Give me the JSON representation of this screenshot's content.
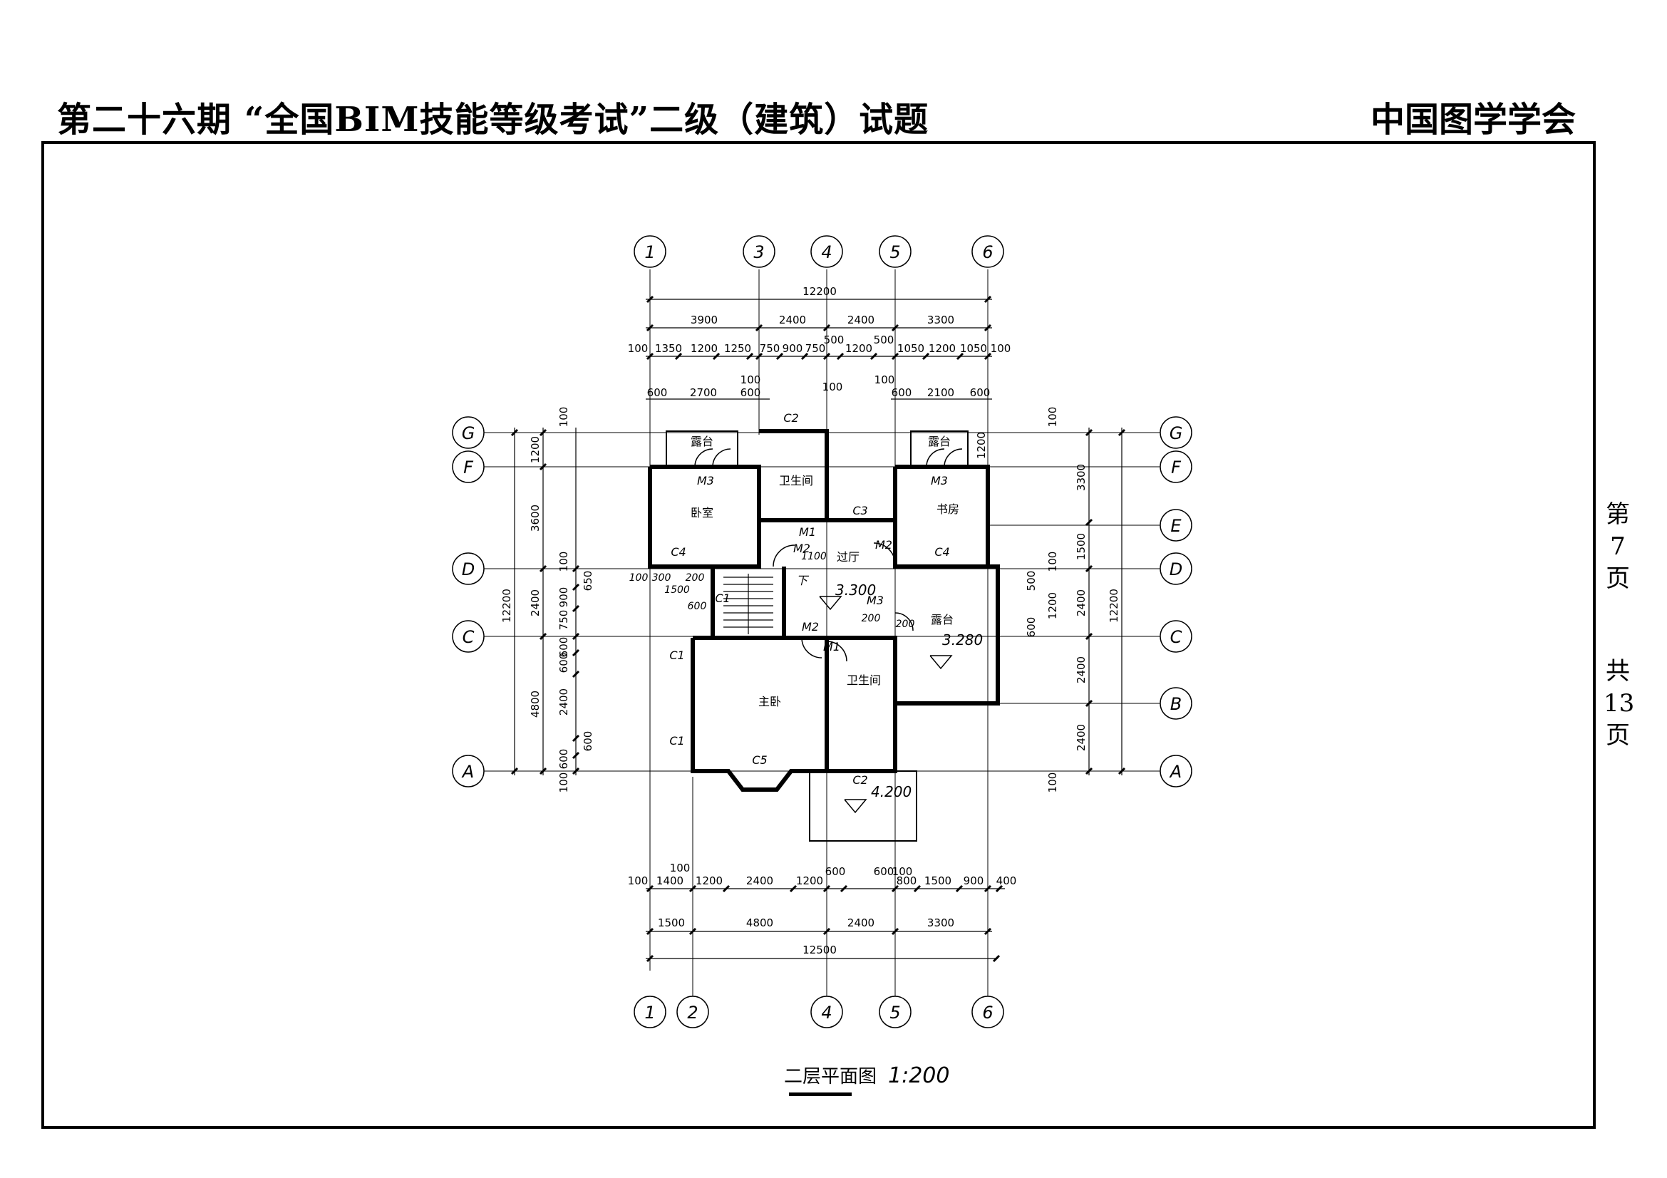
{
  "header": {
    "title": "第二十六期 “全国BIM技能等级考试”二级（建筑）试题",
    "organization": "中国图学学会"
  },
  "page_info": {
    "page_label_prefix": "第",
    "page_number": "7",
    "page_label_suffix": "页",
    "total_prefix": "共",
    "total_pages": "13",
    "total_suffix": "页"
  },
  "drawing": {
    "title": "二层平面图",
    "scale": "1:200"
  },
  "axes": {
    "top": [
      "1",
      "3",
      "4",
      "5",
      "6"
    ],
    "bottom": [
      "1",
      "2",
      "4",
      "5",
      "6"
    ],
    "left": [
      "G",
      "F",
      "D",
      "C",
      "A"
    ],
    "right": [
      "G",
      "F",
      "E",
      "D",
      "C",
      "B",
      "A"
    ]
  },
  "dims": {
    "top_total": "12200",
    "top_axis": [
      "3900",
      "2400",
      "2400",
      "3300"
    ],
    "top_detail": [
      "100",
      "1350",
      "1200",
      "1250",
      "750",
      "900",
      "750",
      "500",
      "1200",
      "500",
      "1050",
      "1200",
      "1050",
      "100"
    ],
    "top_extra": [
      "100",
      "100",
      "100"
    ],
    "top_balcony_left": [
      "600",
      "2700",
      "600"
    ],
    "top_balcony_right": [
      "600",
      "2100",
      "600"
    ],
    "bottom_total": "12500",
    "bottom_axis": [
      "1500",
      "4800",
      "2400",
      "3300"
    ],
    "bottom_detail": [
      "100",
      "1400",
      "1200",
      "2400",
      "1200",
      "600",
      "600",
      "100",
      "800",
      "1500",
      "900",
      "400"
    ],
    "bottom_extra": [
      "100"
    ],
    "left_total": "12200",
    "left_axis": [
      "1200",
      "3600",
      "2400",
      "4800"
    ],
    "left_detail": [
      "100",
      "100",
      "650",
      "750",
      "900",
      "600",
      "600",
      "2400",
      "600",
      "600",
      "100"
    ],
    "right_total": "12200",
    "right_axis": [
      "3300",
      "1500",
      "2400",
      "2400",
      "2400"
    ],
    "right_detail": [
      "100",
      "100",
      "500",
      "1200",
      "600",
      "100"
    ],
    "right_extra": [
      "1200"
    ]
  },
  "rooms": {
    "balcony_nw": "露台",
    "bedroom": "卧室",
    "bath_north": "卫生间",
    "study": "书房",
    "balcony_ne": "露台",
    "hall": "过厅",
    "balcony_east": "露台",
    "master": "主卧",
    "bath_master": "卫生间"
  },
  "tags": {
    "c2_top": "C2",
    "m3_bed": "M3",
    "m3_study": "M3",
    "c3": "C3",
    "m1_hall": "M1",
    "m2_hall_left": "M2",
    "m2_hall_right": "M2",
    "c4_left": "C4",
    "c4_right": "C4",
    "m3_balc": "M3",
    "m2_stair": "M2",
    "m1_bath": "M1",
    "c1_top": "C1",
    "c1_bottom": "C1",
    "c5": "C5",
    "c2_bottom": "C2",
    "c1_stair": "C1",
    "dn": "下",
    "misc_1100": "1100",
    "misc_1500": "1500",
    "misc_300": "300",
    "misc_100": "100",
    "misc_200a": "200",
    "misc_600a": "600",
    "misc_200b": "200",
    "misc_200c": "200"
  },
  "levels": {
    "hall": "3.300",
    "balcony": "3.280",
    "entry": "4.200"
  }
}
